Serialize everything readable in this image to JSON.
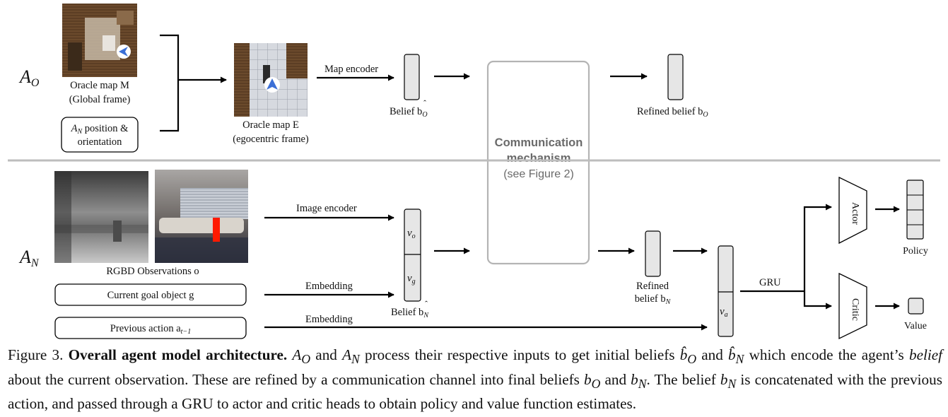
{
  "agents": {
    "oracle_label": "A",
    "oracle_sub": "O",
    "navigator_label": "A",
    "navigator_sub": "N"
  },
  "top": {
    "oracle_map_line1": "Oracle map M",
    "oracle_map_line2": "(Global frame)",
    "position_line1": "A",
    "position_line1_sub": "N",
    "position_line1_rest": " position &",
    "position_line2": "orientation",
    "ego_map_line1": "Oracle map E",
    "ego_map_line2": "(egocentric frame)",
    "map_encoder": "Map encoder",
    "belief_label": "Belief b",
    "belief_sub": "O",
    "refined_belief_label": "Refined belief b",
    "refined_belief_sub": "O"
  },
  "comm": {
    "line1": "Communication",
    "line2": "mechanism",
    "line3": "(see Figure 2)"
  },
  "bottom": {
    "rgbd_label": "RGBD Observations o",
    "goal_label": "Current goal object g",
    "prev_action_label": "Previous action a",
    "prev_action_sub": "t−1",
    "image_encoder": "Image encoder",
    "embedding_1": "Embedding",
    "embedding_2": "Embedding",
    "vo": "v",
    "vo_sub": "o",
    "vg": "v",
    "vg_sub": "g",
    "belief_n": "Belief b",
    "belief_n_sub": "N",
    "refined_line1": "Refined",
    "refined_line2": "belief b",
    "refined_sub": "N",
    "va": "v",
    "va_sub": "a",
    "gru": "GRU",
    "actor": "Actor",
    "critic": "Critic",
    "policy": "Policy",
    "value": "Value"
  },
  "caption": {
    "fig": "Figure 3.",
    "bold": "Overall agent model architecture.",
    "part1": "A",
    "part1_sub": "O",
    "part2": " and ",
    "part3": "A",
    "part3_sub": "N",
    "part4": " process their respective inputs to get initial beliefs ",
    "b1": "b̂",
    "b1_sub": "O",
    "part5": " and ",
    "b2": "b̂",
    "b2_sub": "N",
    "part6": " which encode the agent’s ",
    "belief_word": "belief",
    "part7": " about the current observation. These are refined by a communication channel into final beliefs ",
    "b3": "b",
    "b3_sub": "O",
    "part8": " and ",
    "b4": "b",
    "b4_sub": "N",
    "part9": ". The belief ",
    "b5": "b",
    "b5_sub": "N",
    "part10": " is concatenated with the previous action, and passed through a GRU to actor and critic heads to obtain policy and value function estimates."
  },
  "colors": {
    "comm_border": "#b4b4b4",
    "comm_text": "#6a6a6a",
    "vector_fill": "#e6e6e6",
    "separator": "#bdbdbd",
    "red_target": "#ff1a00"
  }
}
